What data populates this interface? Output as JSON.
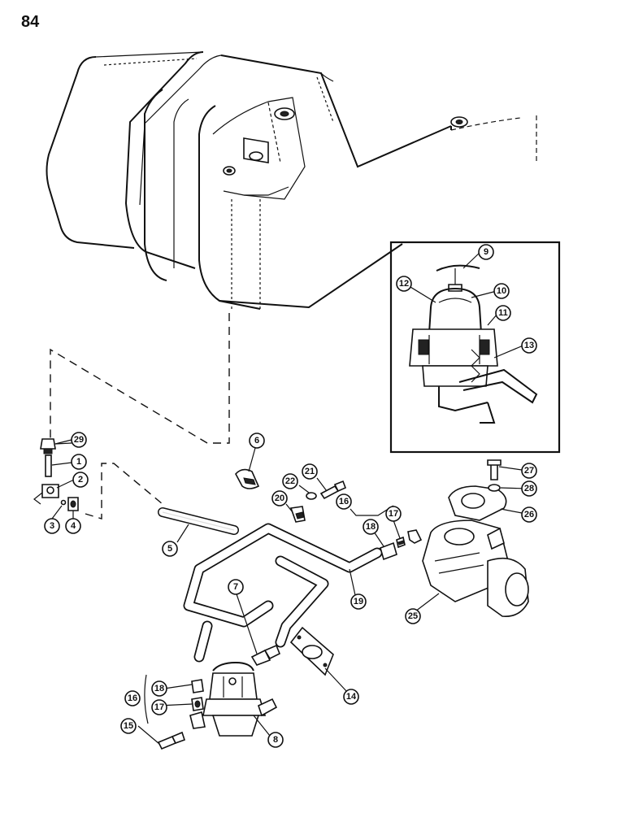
{
  "page": {
    "number": "84"
  },
  "callouts": [
    {
      "id": "c1",
      "label": "1"
    },
    {
      "id": "c2",
      "label": "2"
    },
    {
      "id": "c3",
      "label": "3"
    },
    {
      "id": "c4",
      "label": "4"
    },
    {
      "id": "c5",
      "label": "5"
    },
    {
      "id": "c6",
      "label": "6"
    },
    {
      "id": "c7",
      "label": "7"
    },
    {
      "id": "c8",
      "label": "8"
    },
    {
      "id": "c9",
      "label": "9"
    },
    {
      "id": "c10",
      "label": "10"
    },
    {
      "id": "c11",
      "label": "11"
    },
    {
      "id": "c12",
      "label": "12"
    },
    {
      "id": "c13",
      "label": "13"
    },
    {
      "id": "c14",
      "label": "14"
    },
    {
      "id": "c15",
      "label": "15"
    },
    {
      "id": "c16a",
      "label": "16"
    },
    {
      "id": "c16b",
      "label": "16"
    },
    {
      "id": "c17a",
      "label": "17"
    },
    {
      "id": "c17b",
      "label": "17"
    },
    {
      "id": "c18a",
      "label": "18"
    },
    {
      "id": "c18b",
      "label": "18"
    },
    {
      "id": "c19",
      "label": "19"
    },
    {
      "id": "c20",
      "label": "20"
    },
    {
      "id": "c21",
      "label": "21"
    },
    {
      "id": "c22",
      "label": "22"
    },
    {
      "id": "c25",
      "label": "25"
    },
    {
      "id": "c26",
      "label": "26"
    },
    {
      "id": "c27",
      "label": "27"
    },
    {
      "id": "c28",
      "label": "28"
    },
    {
      "id": "c29",
      "label": "29"
    }
  ]
}
